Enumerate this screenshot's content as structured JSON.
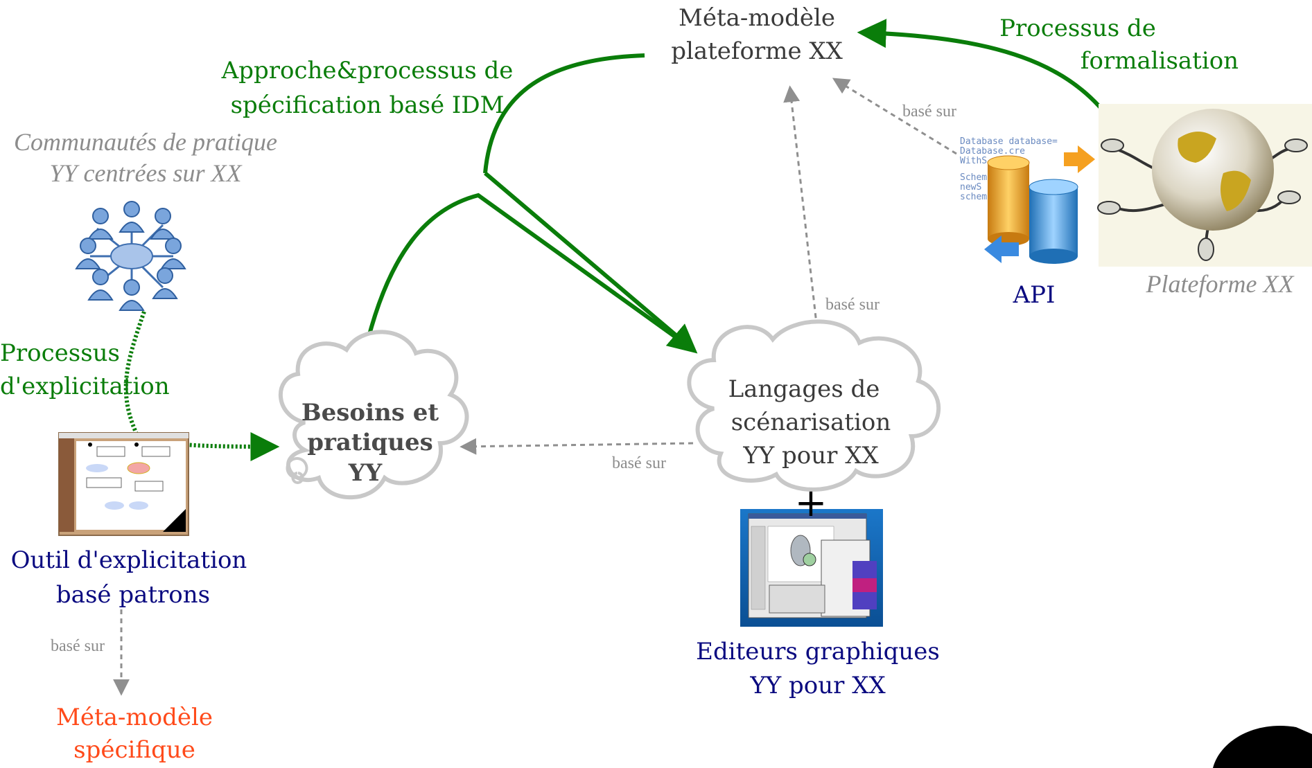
{
  "meta_model": {
    "line1": "Méta-modèle",
    "line2": "plateforme XX"
  },
  "approach": {
    "line1": "Approche&processus de",
    "line2": "spécification basé IDM"
  },
  "formalisation": {
    "line1": "Processus de",
    "line2": "formalisation"
  },
  "communities": {
    "line1": "Communautés de pratique",
    "line2": "YY centrées sur XX"
  },
  "explicitation_process": {
    "line1": "Processus",
    "line2": "d'explicitation"
  },
  "needs": {
    "line1": "Besoins et",
    "line2": "pratiques",
    "line3": "YY"
  },
  "languages": {
    "line1": "Langages de",
    "line2": "scénarisation",
    "line3": "YY pour XX"
  },
  "plus_sign": "+",
  "tool": {
    "line1": "Outil d'explicitation",
    "line2": "basé patrons"
  },
  "specific_meta_model": {
    "line1": "Méta-modèle",
    "line2": "spécifique"
  },
  "editors": {
    "line1": "Editeurs graphiques",
    "line2": "YY pour XX"
  },
  "api_label": "API",
  "platform_label": "Plateforme XX",
  "based_on": "basé sur",
  "db_snippet": [
    "Database database=",
    "Database.cre",
    "WithS",
    "Schem",
    "newS",
    "schem"
  ],
  "colors": {
    "green": "#0a7d0a",
    "navy": "#0a0a80",
    "orange": "#ff4a1a",
    "gray_text": "#8c8c8c",
    "dark_text": "#3a3a3a",
    "dashed": "#8f8f8f"
  },
  "icons": [
    "community-network-icon",
    "pattern-tool-screenshot",
    "database-icon",
    "globe-network-icon",
    "graphical-editor-screenshot"
  ]
}
